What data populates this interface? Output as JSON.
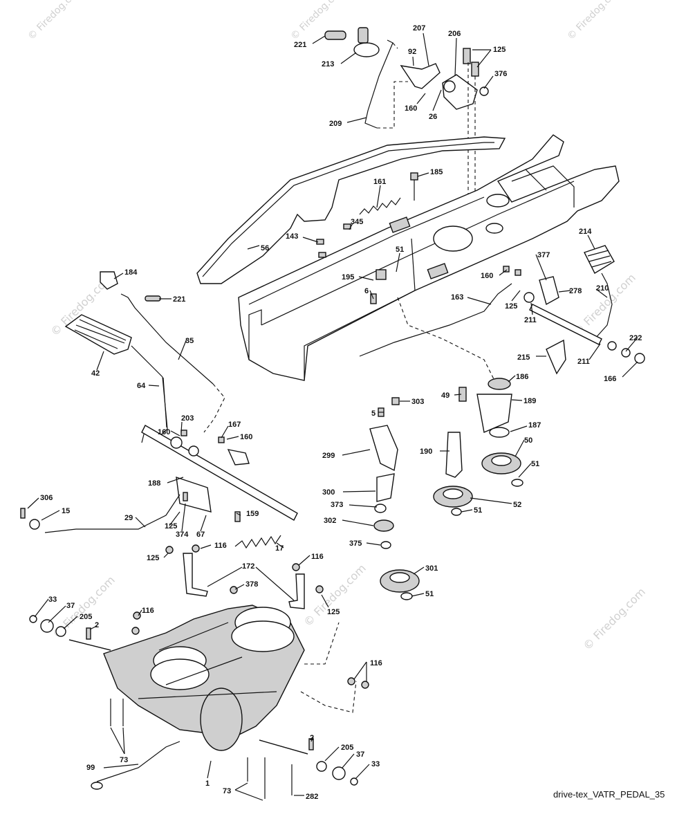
{
  "watermark_text": "© Firedog.com",
  "caption": "drive-tex_VATR_PEDAL_35",
  "callouts": [
    {
      "id": "c221a",
      "text": "221"
    },
    {
      "id": "c213",
      "text": "213"
    },
    {
      "id": "c207",
      "text": "207"
    },
    {
      "id": "c206",
      "text": "206"
    },
    {
      "id": "c125a",
      "text": "125"
    },
    {
      "id": "c92",
      "text": "92"
    },
    {
      "id": "c376",
      "text": "376"
    },
    {
      "id": "c160a",
      "text": "160"
    },
    {
      "id": "c26",
      "text": "26"
    },
    {
      "id": "c209",
      "text": "209"
    },
    {
      "id": "c185",
      "text": "185"
    },
    {
      "id": "c161",
      "text": "161"
    },
    {
      "id": "c345",
      "text": "345"
    },
    {
      "id": "c143",
      "text": "143"
    },
    {
      "id": "c56",
      "text": "56"
    },
    {
      "id": "c214",
      "text": "214"
    },
    {
      "id": "c184",
      "text": "184"
    },
    {
      "id": "c51a",
      "text": "51"
    },
    {
      "id": "c195",
      "text": "195"
    },
    {
      "id": "c6",
      "text": "6"
    },
    {
      "id": "c377",
      "text": "377"
    },
    {
      "id": "c160b",
      "text": "160"
    },
    {
      "id": "c278",
      "text": "278"
    },
    {
      "id": "c210",
      "text": "210"
    },
    {
      "id": "c221b",
      "text": "221"
    },
    {
      "id": "c163",
      "text": "163"
    },
    {
      "id": "c125b",
      "text": "125"
    },
    {
      "id": "c211a",
      "text": "211"
    },
    {
      "id": "c35",
      "text": "35"
    },
    {
      "id": "c222",
      "text": "222"
    },
    {
      "id": "c211b",
      "text": "211"
    },
    {
      "id": "c215",
      "text": "215"
    },
    {
      "id": "c166",
      "text": "166"
    },
    {
      "id": "c42",
      "text": "42"
    },
    {
      "id": "c186",
      "text": "186"
    },
    {
      "id": "c64",
      "text": "64"
    },
    {
      "id": "c49",
      "text": "49"
    },
    {
      "id": "c303",
      "text": "303"
    },
    {
      "id": "c189",
      "text": "189"
    },
    {
      "id": "c5",
      "text": "5"
    },
    {
      "id": "c203",
      "text": "203"
    },
    {
      "id": "c167",
      "text": "167"
    },
    {
      "id": "c187",
      "text": "187"
    },
    {
      "id": "c160c",
      "text": "160"
    },
    {
      "id": "c160d",
      "text": "160"
    },
    {
      "id": "c299",
      "text": "299"
    },
    {
      "id": "c50",
      "text": "50"
    },
    {
      "id": "c190",
      "text": "190"
    },
    {
      "id": "c188",
      "text": "188"
    },
    {
      "id": "c51b",
      "text": "51"
    },
    {
      "id": "c300",
      "text": "300"
    },
    {
      "id": "c306",
      "text": "306"
    },
    {
      "id": "c373",
      "text": "373"
    },
    {
      "id": "c52",
      "text": "52"
    },
    {
      "id": "c15",
      "text": "15"
    },
    {
      "id": "c51c",
      "text": "51"
    },
    {
      "id": "c29",
      "text": "29"
    },
    {
      "id": "c125c",
      "text": "125"
    },
    {
      "id": "c159",
      "text": "159"
    },
    {
      "id": "c302",
      "text": "302"
    },
    {
      "id": "c374",
      "text": "374"
    },
    {
      "id": "c67",
      "text": "67"
    },
    {
      "id": "c375",
      "text": "375"
    },
    {
      "id": "c116a",
      "text": "116"
    },
    {
      "id": "c17",
      "text": "17"
    },
    {
      "id": "c125d",
      "text": "125"
    },
    {
      "id": "c116b",
      "text": "116"
    },
    {
      "id": "c172",
      "text": "172"
    },
    {
      "id": "c301",
      "text": "301"
    },
    {
      "id": "c378",
      "text": "378"
    },
    {
      "id": "c33a",
      "text": "33"
    },
    {
      "id": "c51d",
      "text": "51"
    },
    {
      "id": "c37a",
      "text": "37"
    },
    {
      "id": "c116c",
      "text": "116"
    },
    {
      "id": "c125e",
      "text": "125"
    },
    {
      "id": "c205a",
      "text": "205"
    },
    {
      "id": "c2a",
      "text": "2"
    },
    {
      "id": "c116d",
      "text": "116"
    },
    {
      "id": "c2b",
      "text": "2"
    },
    {
      "id": "c205b",
      "text": "205"
    },
    {
      "id": "c37b",
      "text": "37"
    },
    {
      "id": "c73a",
      "text": "73"
    },
    {
      "id": "c33b",
      "text": "33"
    },
    {
      "id": "c99",
      "text": "99"
    },
    {
      "id": "c1",
      "text": "1"
    },
    {
      "id": "c73b",
      "text": "73"
    },
    {
      "id": "c282",
      "text": "282"
    }
  ]
}
